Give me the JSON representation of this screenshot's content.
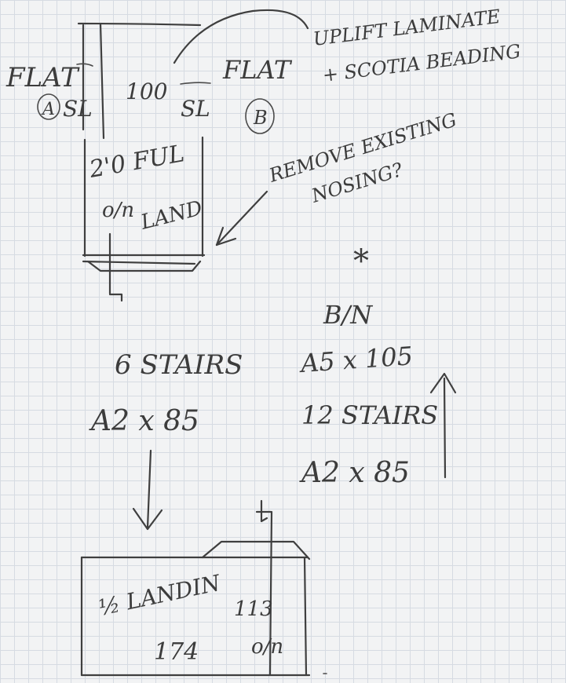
{
  "notes": {
    "flat_a": "FLAT",
    "flat_a_badge": "A",
    "flat_a_level": "SL",
    "gap": "100",
    "flat_b_level": "SL",
    "flat_b": "FLAT",
    "flat_b_badge": "B",
    "upliift_1": "UPLIFT LAMINATE",
    "upliift_2": "+ SCOTIA BEADING",
    "remove_1": "REMOVE EXISTING",
    "remove_2": "NOSING?",
    "landing_1": "2'0 FUL",
    "landing_2": "o/n",
    "landing_3": "LAND",
    "asterisk": "*",
    "bin": "B/N",
    "left_stairs": "6 STAIRS",
    "left_dims": "A2 x 85",
    "right_dims_top": "A5 x 105",
    "right_stairs": "12 STAIRS",
    "right_dims_bottom": "A2 x 85",
    "bottom_1": "½ LANDIN",
    "bottom_2": "113",
    "bottom_3": "174",
    "bottom_4": "o/n"
  }
}
